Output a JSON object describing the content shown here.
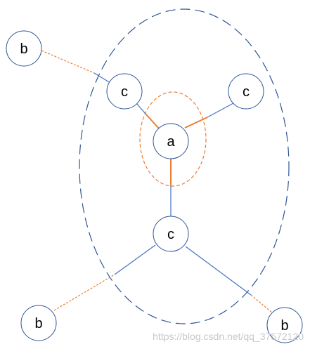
{
  "diagram": {
    "nodes": {
      "center": "a",
      "inner_left": "c",
      "inner_right": "c",
      "inner_bottom": "c",
      "outer_top_left": "b",
      "outer_bottom_left": "b",
      "outer_bottom_right": "b"
    },
    "watermark": "https://blog.csdn.net/qq_37572120"
  },
  "colors": {
    "node_stroke": "#2f5597",
    "blue_edge": "#4472c4",
    "orange_edge": "#ed7d31",
    "outer_boundary": "#2f5597",
    "inner_boundary": "#ed7d31",
    "watermark": "#c8c8c8"
  }
}
